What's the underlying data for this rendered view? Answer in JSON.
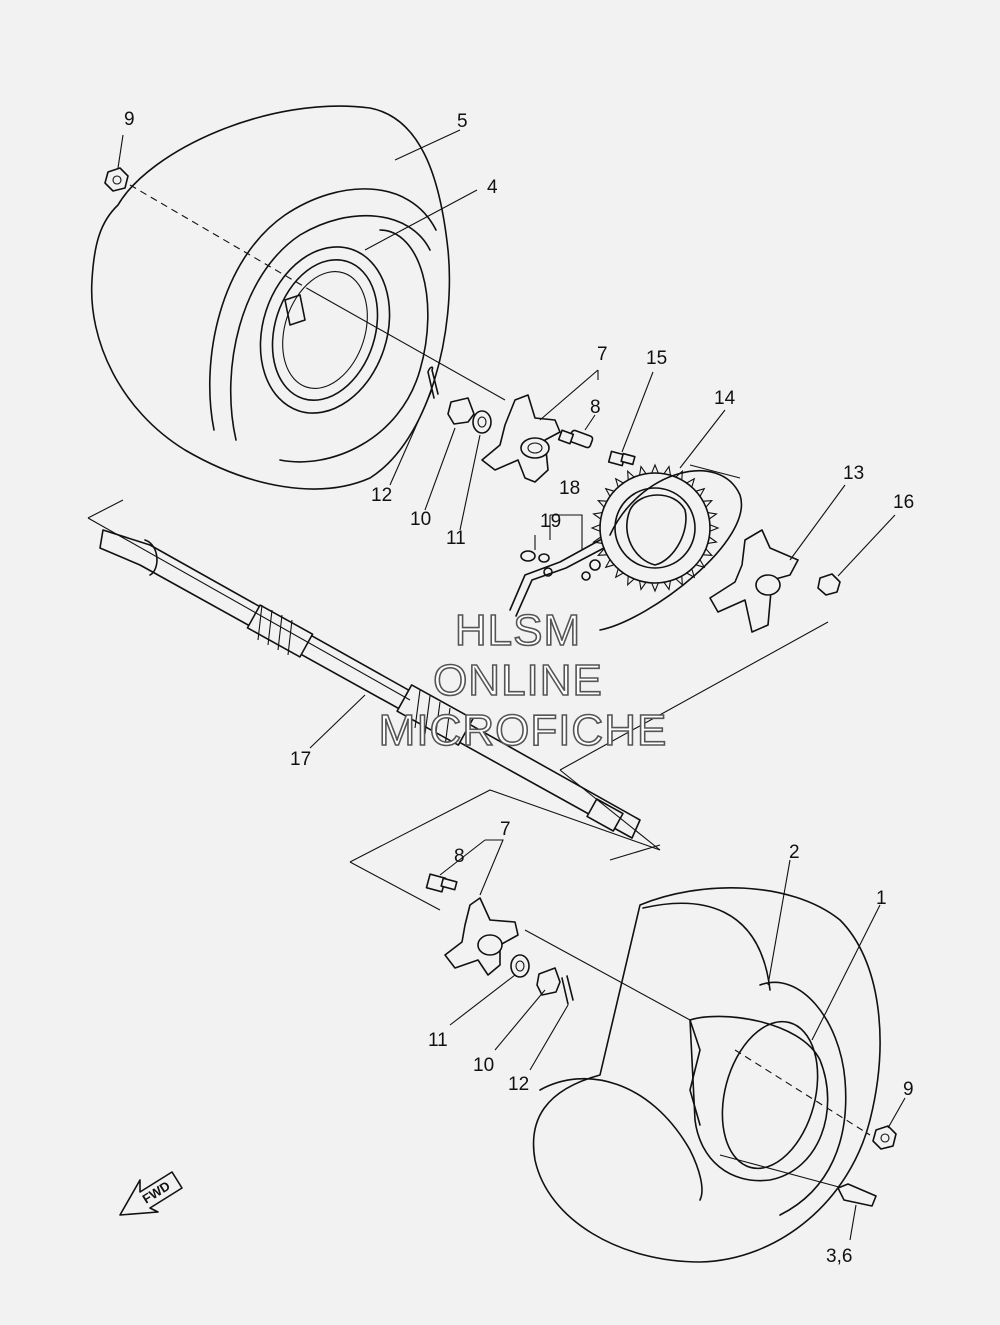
{
  "watermark": {
    "line1": "HLSM",
    "line2": "ONLINE",
    "line3": "MICROFICHE"
  },
  "direction_arrow": {
    "label": "FWD",
    "icon": "fwd-arrow-icon"
  },
  "callouts": {
    "c9_top": "9",
    "c5": "5",
    "c4": "4",
    "c7_top": "7",
    "c8_top": "8",
    "c15": "15",
    "c14": "14",
    "c13": "13",
    "c16": "16",
    "c12_top": "12",
    "c10_top": "10",
    "c11_top": "11",
    "c18": "18",
    "c19": "19",
    "c17": "17",
    "c7_bottom": "7",
    "c8_bottom": "8",
    "c2": "2",
    "c1": "1",
    "c11_bottom": "11",
    "c10_bottom": "10",
    "c12_bottom": "12",
    "c9_bottom": "9",
    "c3_6": "3,6"
  }
}
